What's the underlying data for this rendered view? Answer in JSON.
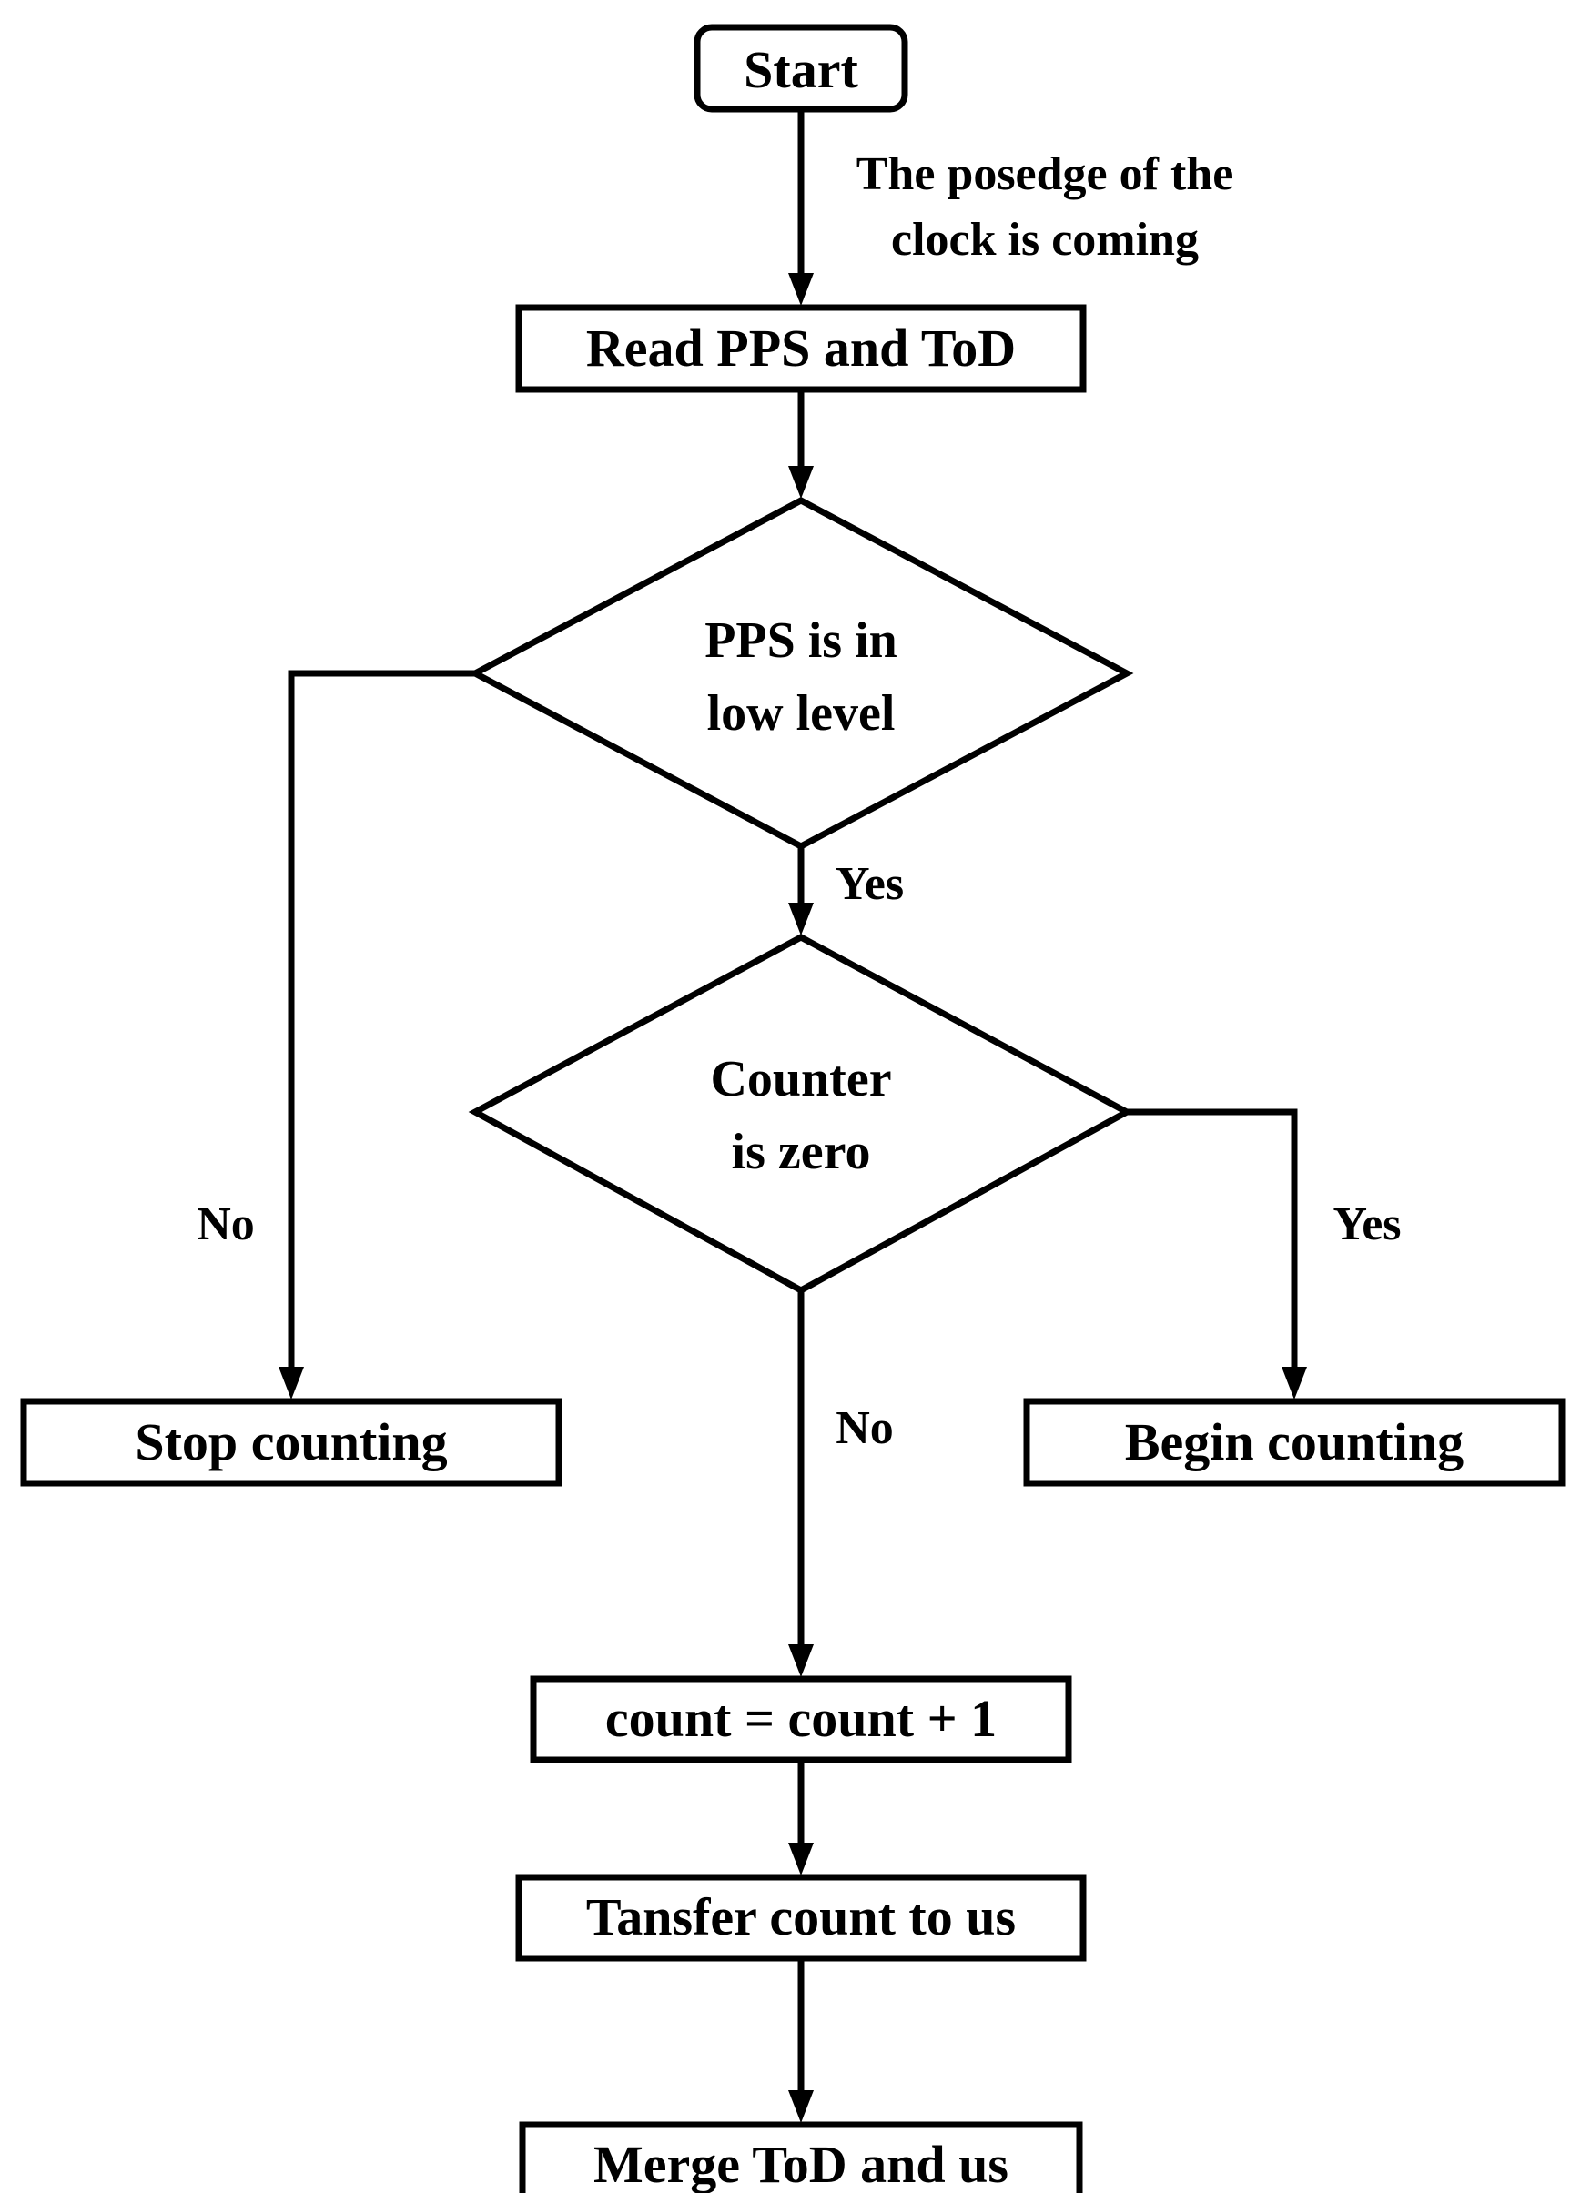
{
  "nodes": {
    "start": "Start",
    "read": "Read PPS and ToD",
    "pps_check_line1": "PPS is in",
    "pps_check_line2": "low level",
    "counter_check_line1": "Counter",
    "counter_check_line2": "is zero",
    "stop": "Stop counting",
    "begin": "Begin counting",
    "increment": "count = count + 1",
    "transfer": "Tansfer count to us",
    "merge": "Merge ToD and us"
  },
  "edge_labels": {
    "clock_line1": "The posedge of the",
    "clock_line2": "clock is coming",
    "pps_yes": "Yes",
    "pps_no": "No",
    "counter_yes": "Yes",
    "counter_no": "No"
  }
}
